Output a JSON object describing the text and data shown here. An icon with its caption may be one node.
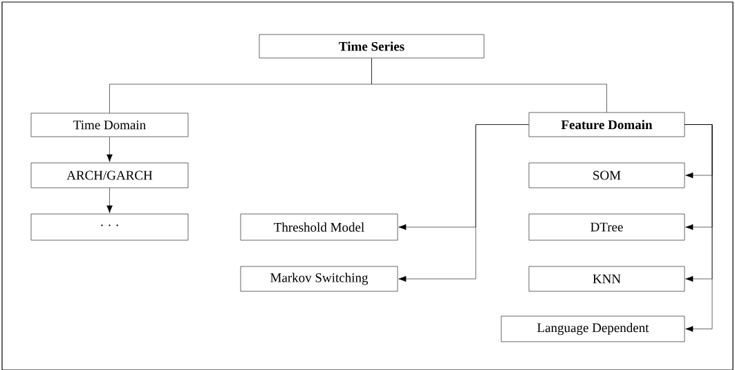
{
  "diagram": {
    "nodes": [
      {
        "text": [
          "Time Series"
        ]
      },
      {
        "text": [
          "Time Domain"
        ]
      },
      {
        "text": [
          "ARCH/GARCH"
        ]
      },
      {
        "text": [
          "· · ·"
        ]
      },
      {
        "text": [
          "Feature Domain"
        ]
      },
      {
        "text": [
          "SOM"
        ]
      },
      {
        "text": [
          "DTree"
        ]
      },
      {
        "text": [
          "KNN"
        ]
      },
      {
        "text": [
          "Language Dependent"
        ]
      },
      {
        "text": [
          "Threshold Model"
        ]
      },
      {
        "text": [
          "Markov Switching"
        ]
      }
    ],
    "edges": [
      {
        "from": 0,
        "to": 1,
        "arrow": "none"
      },
      {
        "from": 0,
        "to": 4,
        "arrow": "none"
      },
      {
        "from": 1,
        "to": 2,
        "arrow": "to"
      },
      {
        "from": 2,
        "to": 3,
        "arrow": "to"
      },
      {
        "from": 4,
        "to": 5,
        "arrow": "to"
      },
      {
        "from": 4,
        "to": 6,
        "arrow": "to"
      },
      {
        "from": 4,
        "to": 7,
        "arrow": "to"
      },
      {
        "from": 4,
        "to": 8,
        "arrow": "to"
      },
      {
        "from": 4,
        "to": 9,
        "arrow": "to"
      },
      {
        "from": 4,
        "to": 10,
        "arrow": "to"
      }
    ]
  }
}
